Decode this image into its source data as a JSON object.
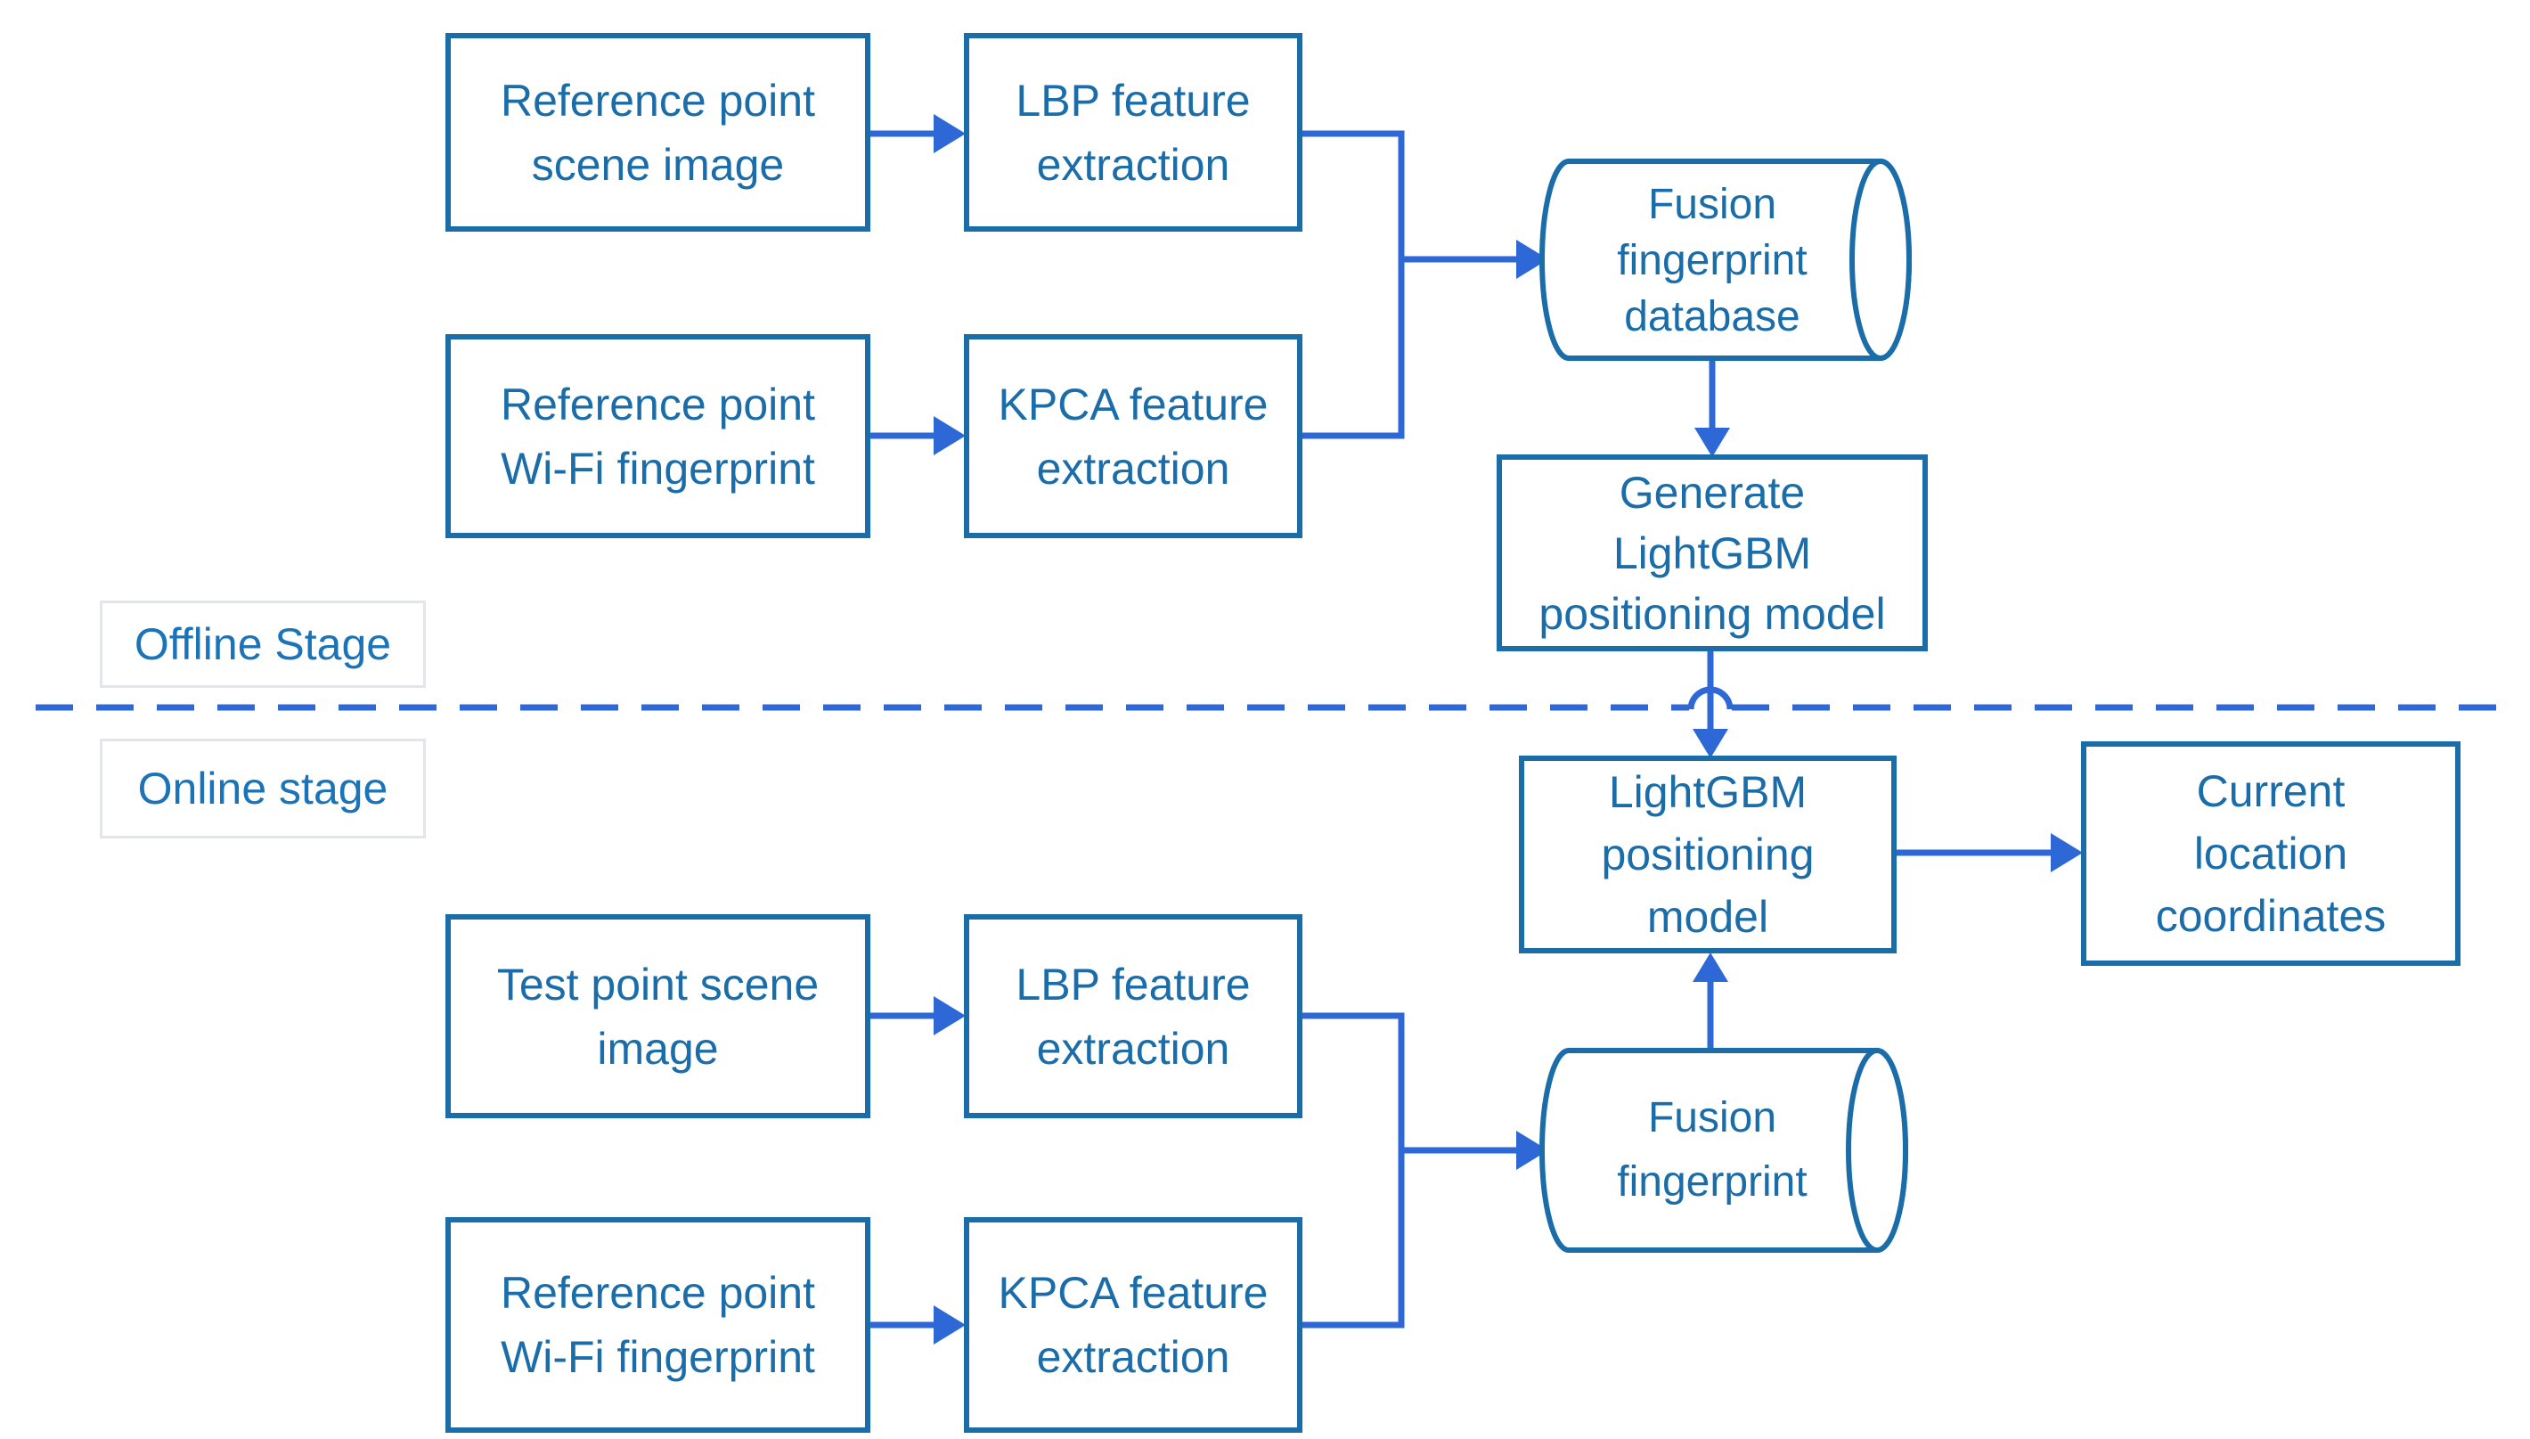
{
  "colors": {
    "node": "#1A6DA9",
    "arrow": "#2D68D6",
    "label_text": "#1C74B8",
    "label_border": "#E2E6EB"
  },
  "stages": {
    "offline": {
      "label": "Offline Stage"
    },
    "online": {
      "label": "Online stage"
    }
  },
  "nodes": {
    "ref_scene": {
      "text": "Reference point\nscene image"
    },
    "lbp_offline": {
      "text": "LBP feature\nextraction"
    },
    "ref_wifi_offline": {
      "text": "Reference point\nWi-Fi fingerprint"
    },
    "kpca_offline": {
      "text": "KPCA feature\nextraction"
    },
    "fusion_db": {
      "text": "Fusion\nfingerprint\ndatabase"
    },
    "generate_model": {
      "text": "Generate\nLightGBM\npositioning model"
    },
    "lightgbm_model": {
      "text": "LightGBM\npositioning\nmodel"
    },
    "current_location": {
      "text": "Current\nlocation\ncoordinates"
    },
    "test_scene": {
      "text": "Test point scene\nimage"
    },
    "lbp_online": {
      "text": "LBP feature\nextraction"
    },
    "ref_wifi_online": {
      "text": "Reference point\nWi-Fi fingerprint"
    },
    "kpca_online": {
      "text": "KPCA feature\nextraction"
    },
    "fusion_fp": {
      "text": "Fusion\nfingerprint"
    }
  }
}
